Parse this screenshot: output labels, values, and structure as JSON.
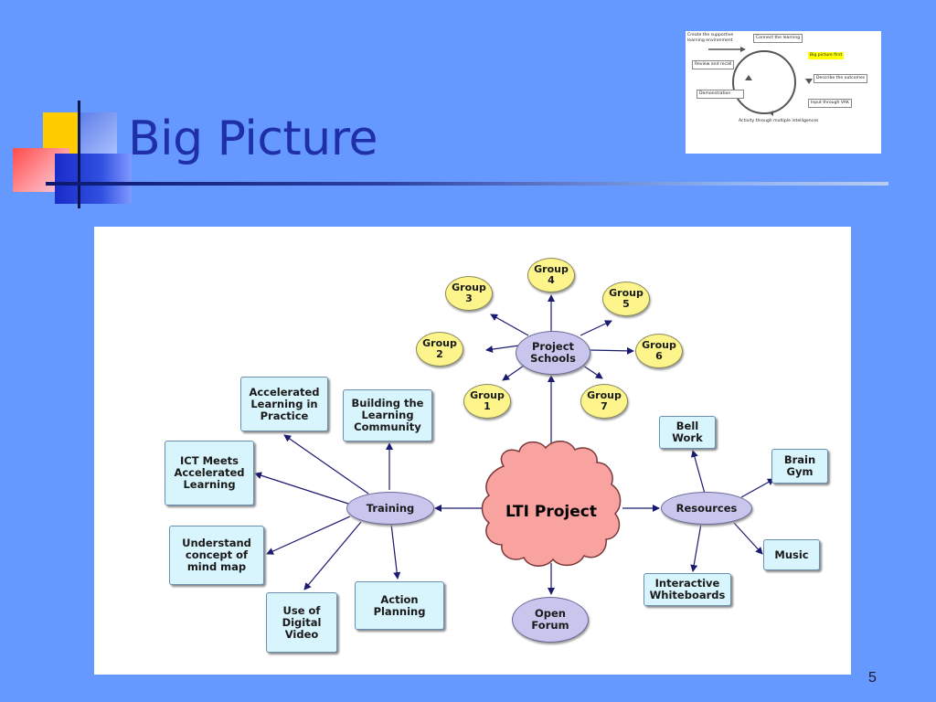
{
  "slide": {
    "title": "Big Picture",
    "page_number": "5"
  },
  "thumbnail": {
    "create": "Create the supportive\nlearning environment",
    "connect": "Connect the learning",
    "big_picture": "Big picture first",
    "review": "Review and recall",
    "describe": "Describe the outcomes",
    "demonstration": "Demonstration",
    "input": "Input through VAK",
    "activity": "Activity through multiple intelligences"
  },
  "mindmap": {
    "central": "LTI Project",
    "hubs": {
      "project_schools": "Project\nSchools",
      "training": "Training",
      "resources": "Resources",
      "open_forum": "Open\nForum"
    },
    "groups": [
      "Group\n1",
      "Group\n2",
      "Group\n3",
      "Group\n4",
      "Group\n5",
      "Group\n6",
      "Group\n7"
    ],
    "training_items": {
      "accelerated_learning": "Accelerated\nLearning in\nPractice",
      "building_community": "Building the\nLearning\nCommunity",
      "ict_meets": "ICT Meets\nAccelerated\nLearning",
      "understand_mind_map": "Understand\nconcept of\nmind map",
      "digital_video": "Use of\nDigital\nVideo",
      "action_planning": "Action\nPlanning"
    },
    "resource_items": {
      "bell_work": "Bell\nWork",
      "brain_gym": "Brain\nGym",
      "music": "Music",
      "interactive_whiteboards": "Interactive\nWhiteboards"
    },
    "colors": {
      "central_fill": "#f9a3a0",
      "hub_fill": "#c9c6ee",
      "group_fill": "#fdf58c",
      "box_fill": "#d8f4fc",
      "connector": "#1a1a70"
    }
  }
}
